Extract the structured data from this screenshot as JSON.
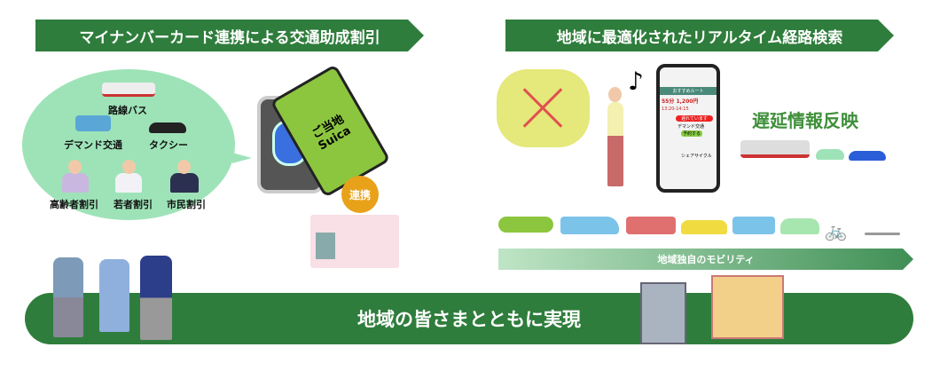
{
  "left_section": {
    "title": "マイナンバーカード連携による交通助成割引",
    "modes": [
      "路線バス",
      "デマンド交通",
      "タクシー"
    ],
    "discounts": [
      "高齢者割引",
      "若者割引",
      "市民割引"
    ],
    "card_label": "ご当地 Suica",
    "link_badge": "連携"
  },
  "right_section": {
    "title": "地域に最適化されたリアルタイム経路検索",
    "delay_label": "遅延情報反映",
    "phone": {
      "header": "おすすめルート",
      "summary": "55分 1,200円",
      "time": "13:20-14:15",
      "delay_badge": "遅れています",
      "demand": "デマンド交通",
      "reserve": "予約する",
      "cycle": "シェアサイクル"
    },
    "mobility_label": "地域独自のモビリティ"
  },
  "bottom_banner": "地域の皆さまとともに実現",
  "colors": {
    "primary": "#2f7d3c",
    "bubble": "#9ee3b8",
    "badge": "#e8a21a"
  }
}
